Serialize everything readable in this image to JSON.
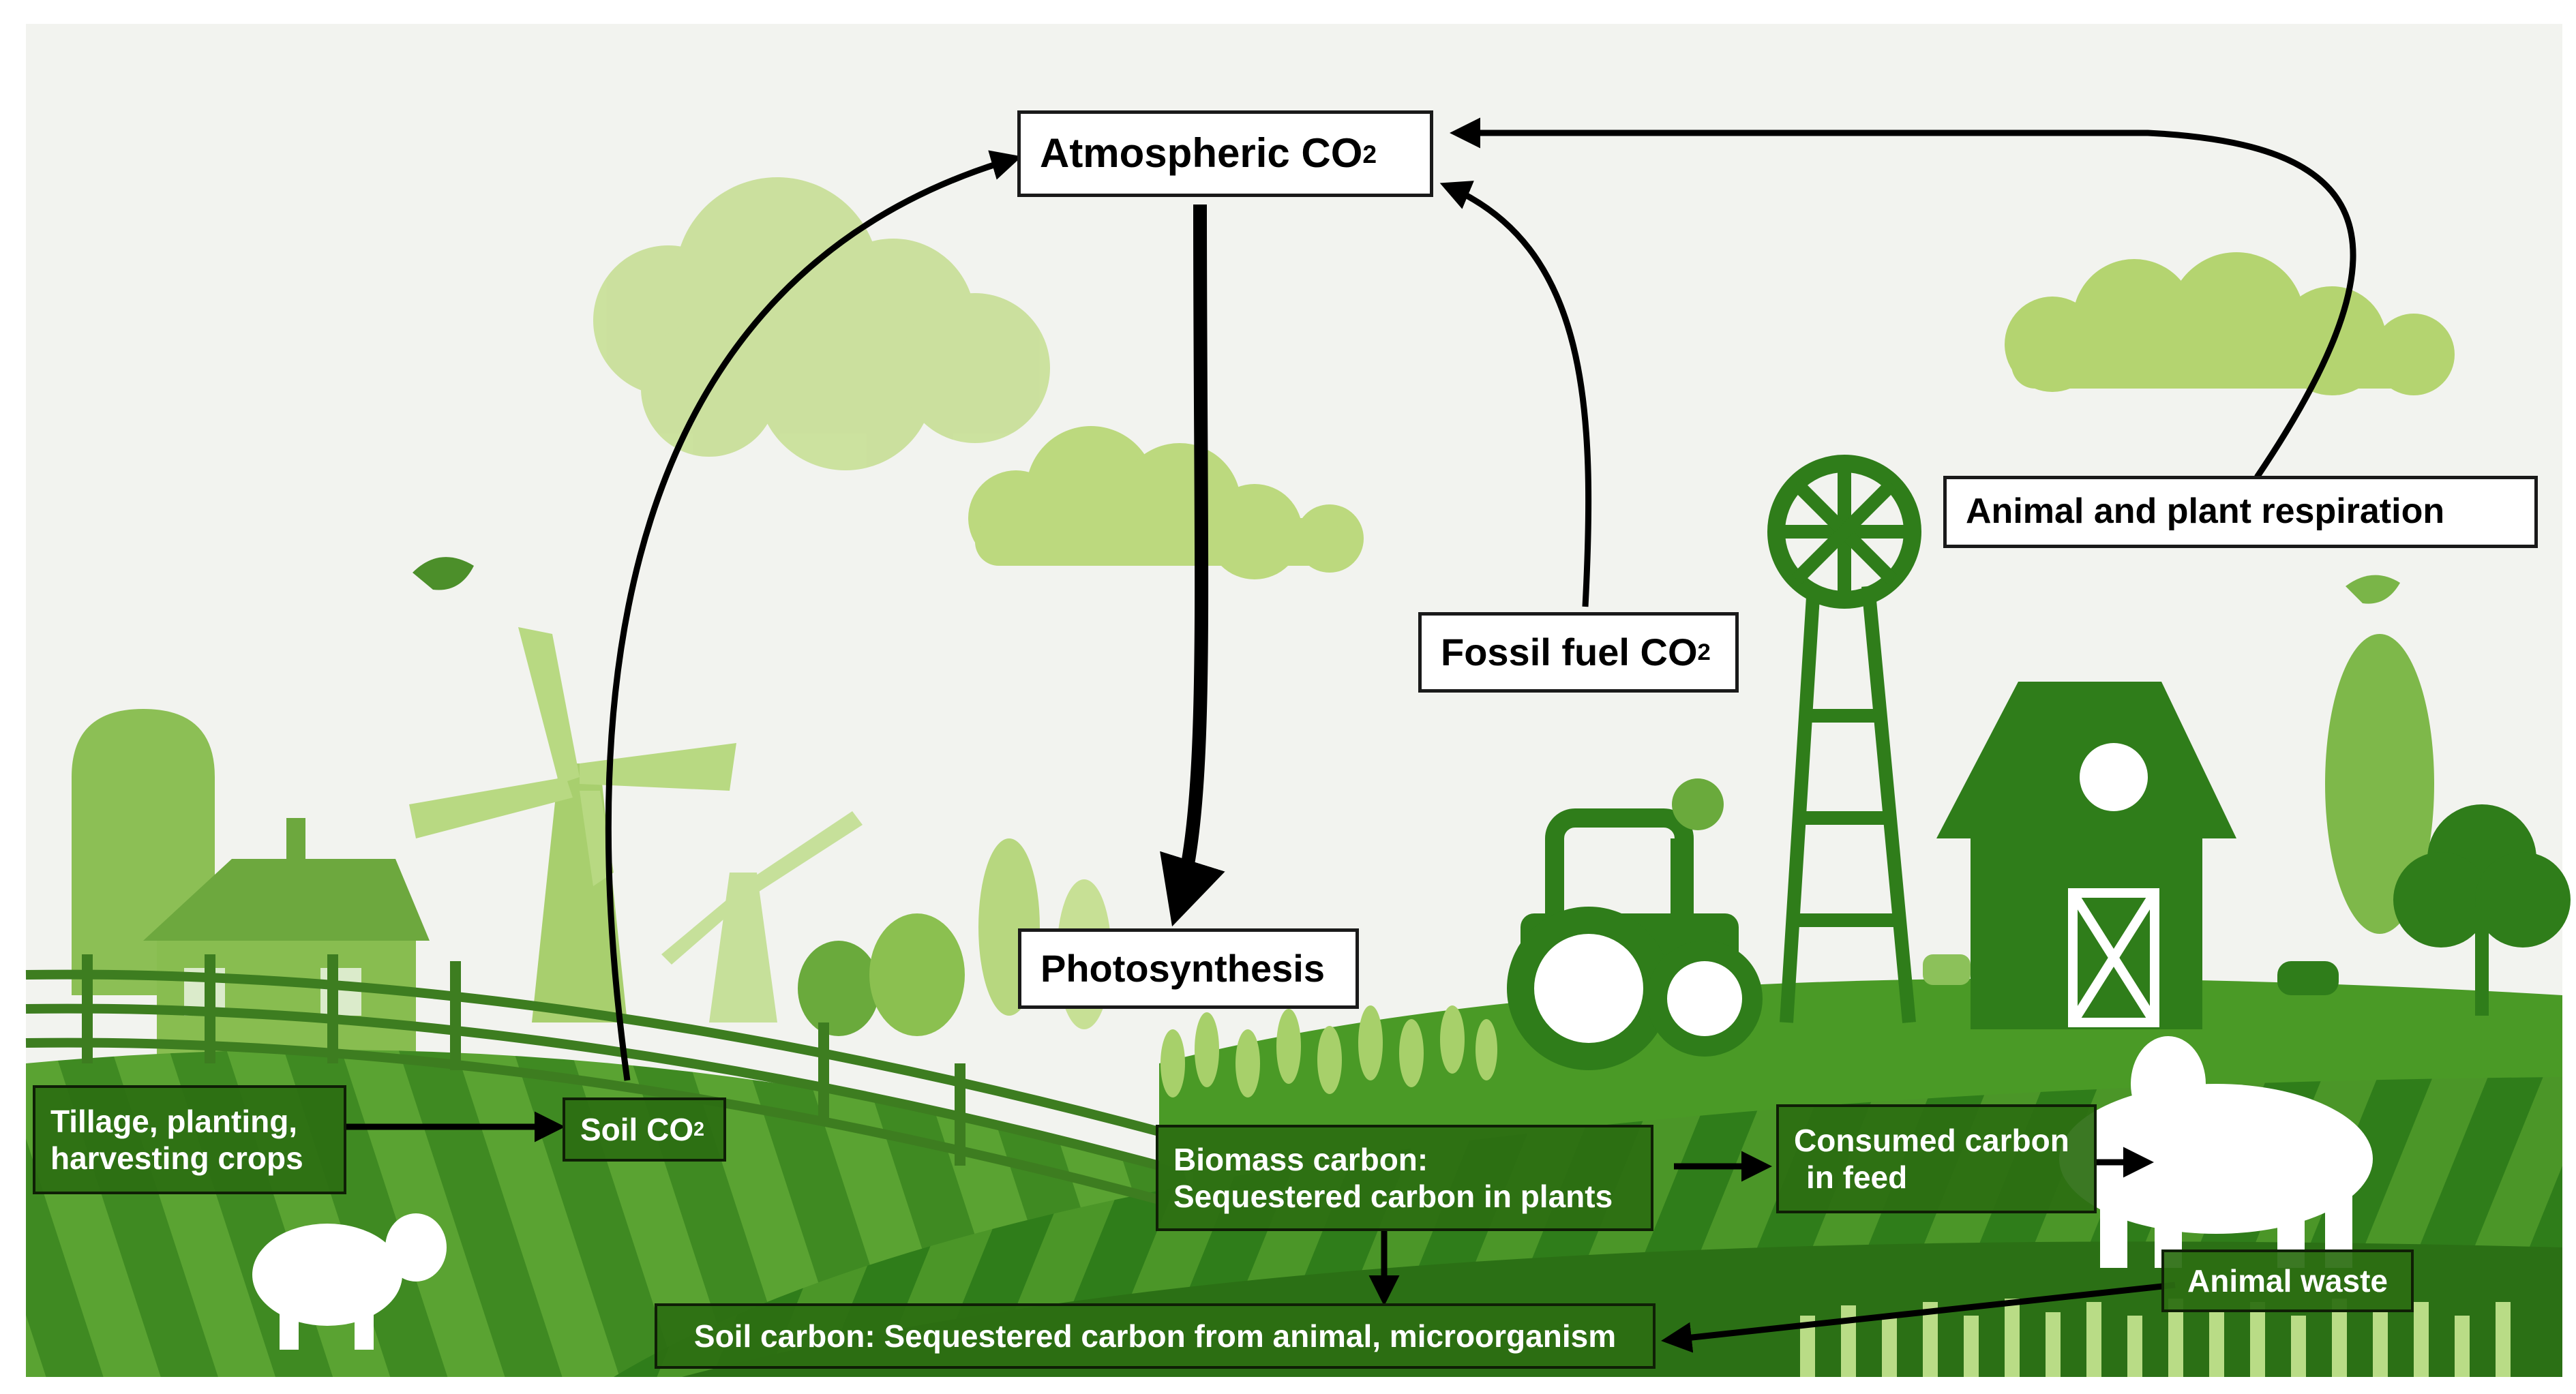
{
  "diagram": {
    "atmospheric": {
      "text": "Atmospheric CO",
      "sub": "2"
    },
    "photosynthesis": "Photosynthesis",
    "fossil_fuel": {
      "text": "Fossil fuel CO",
      "sub": "2"
    },
    "respiration": "Animal and plant respiration",
    "tillage": {
      "line1": "Tillage, planting,",
      "line2": "harvesting crops"
    },
    "soil_co2": {
      "text": "Soil CO",
      "sub": "2"
    },
    "biomass": {
      "line1": "Biomass carbon:",
      "line2": "Sequestered carbon in plants"
    },
    "consumed": {
      "line1": "Consumed carbon",
      "line2": "in feed"
    },
    "animal_waste": "Animal waste",
    "soil_carbon": "Soil carbon: Sequestered carbon from animal, microorganism"
  },
  "colors": {
    "sky": "#f2f3ef",
    "cloud": "#c3dc8a",
    "dark_green": "#2f7d1a",
    "mid_green": "#5fa332",
    "light_green": "#9cc85a",
    "label_dark_bg": "#2c6e12",
    "arrow": "#000000"
  }
}
